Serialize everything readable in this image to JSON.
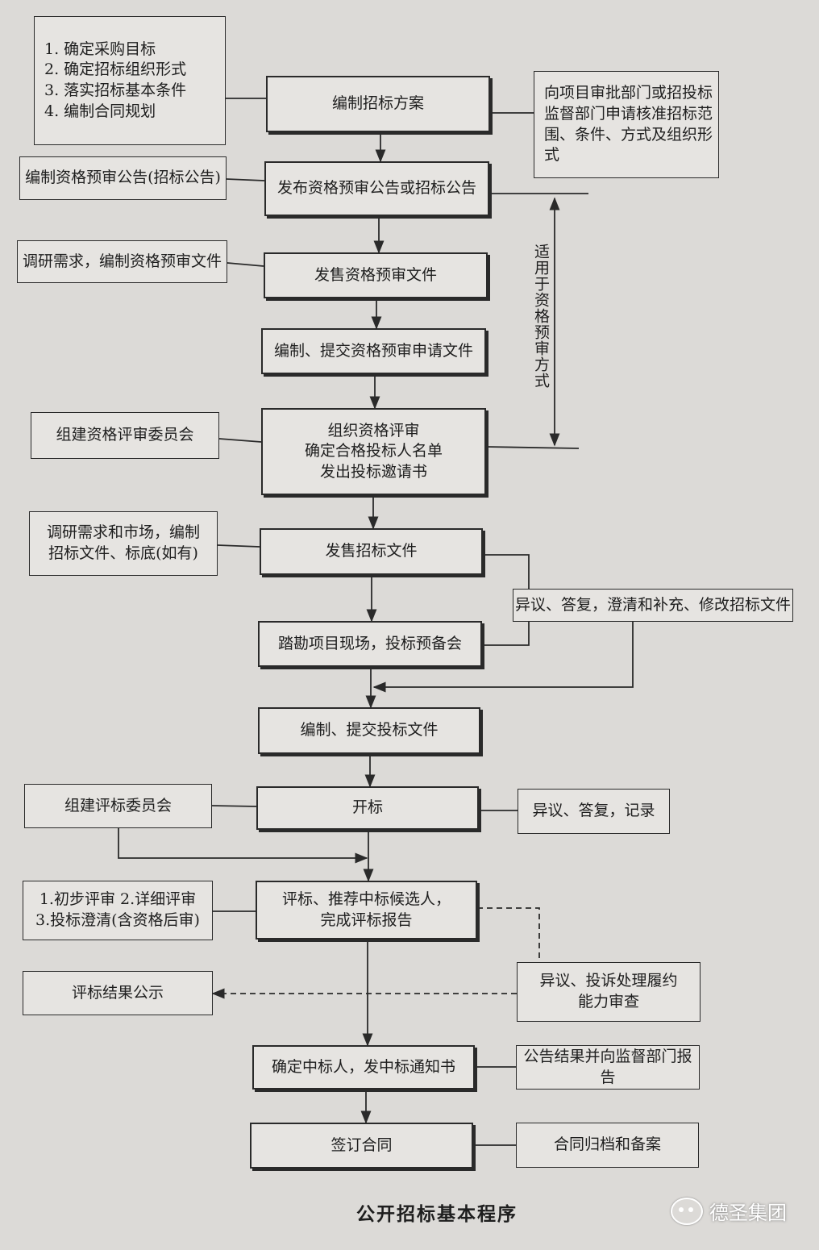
{
  "title": "公开招标基本程序",
  "side_note": "适用于资格预审方式",
  "watermark": "德圣集团",
  "steps": [
    "编制招标方案",
    "发布资格预审公告或招标公告",
    "发售资格预审文件",
    "编制、提交资格预审申请文件",
    "组织资格评审",
    "确定合格投标人名单",
    "发出投标邀请书",
    "发售招标文件",
    "踏勘项目现场，投标预备会",
    "编制、提交投标文件",
    "开标",
    "评标、推荐中标候选人，",
    "完成评标报告",
    "确定中标人，发中标通知书",
    "签订合同"
  ],
  "left_notes": [
    "1. 确定采购目标",
    "2. 确定招标组织形式",
    "3. 落实招标基本条件",
    "4. 编制合同规划",
    "编制资格预审公告(招标公告)",
    "调研需求，编制资格预审文件",
    "组建资格评审委员会",
    "调研需求和市场，编制",
    "招标文件、标底(如有)",
    "组建评标委员会",
    "1.初步评审  2.详细评审",
    "3.投标澄清(含资格后审)",
    "评标结果公示"
  ],
  "right_notes": [
    "向项目审批部门或招投标",
    "监督部门申请核准招标范",
    "围、条件、方式及组织形",
    "式",
    "异议、答复，澄清和补充、修改招标文件",
    "异议、答复，记录",
    "异议、投诉处理履约",
    "能力审查",
    "公告结果并向监督部门报告",
    "合同归档和备案"
  ]
}
